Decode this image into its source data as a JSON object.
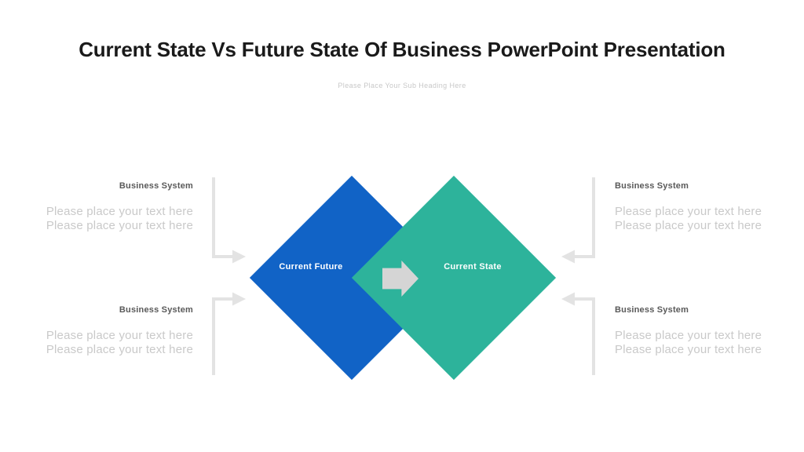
{
  "slide": {
    "title": "Current State Vs Future State Of Business PowerPoint Presentation",
    "subtitle": "Please Place Your Sub Heading Here"
  },
  "diagram": {
    "left_diamond": {
      "label": "Current Future",
      "color": "#1163c6"
    },
    "right_diamond": {
      "label": "Current State",
      "color": "#2db39b"
    },
    "transition_arrow_icon": "right-arrow-icon",
    "arrow_color": "#d5d5d5",
    "connector_color": "#e3e3e3"
  },
  "text_blocks": [
    {
      "position": "top-left",
      "heading": "Business System",
      "lines": [
        "Please place your text here",
        "Please place your text here"
      ]
    },
    {
      "position": "bottom-left",
      "heading": "Business System",
      "lines": [
        "Please place your text here",
        "Please place your text here"
      ]
    },
    {
      "position": "top-right",
      "heading": "Business System",
      "lines": [
        "Please place your text here",
        "Please place your text here"
      ]
    },
    {
      "position": "bottom-right",
      "heading": "Business System",
      "lines": [
        "Please place your text here",
        "Please place your text here"
      ]
    }
  ],
  "colors": {
    "background": "#ffffff",
    "title_text": "#1a1a1a",
    "subtitle_text": "#c8c8c8",
    "heading_text": "#595959",
    "placeholder_text": "#c9c9c9",
    "diamond_label_text": "#ffffff"
  }
}
